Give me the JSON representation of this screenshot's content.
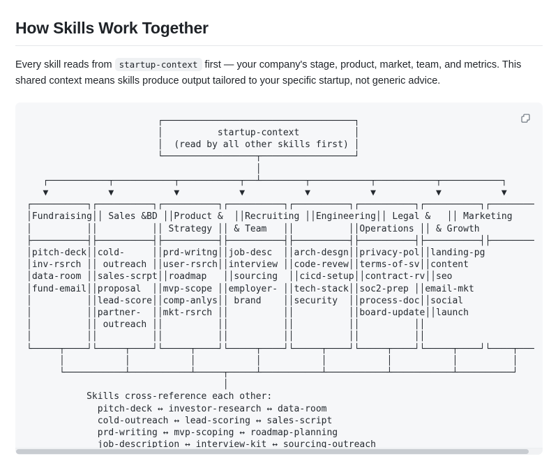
{
  "page": {
    "title": "How Skills Work Together"
  },
  "intro": {
    "before_code": "Every skill reads from ",
    "code": "startup-context",
    "after_code": " first — your company's stage, product, market, team, and metrics. This shared context means skills produce output tailored to your specific startup, not generic advice."
  },
  "codeblock": {
    "copy_label": "Copy",
    "copy_icon": "copy-icon",
    "scrollbar": "horizontal-scrollbar",
    "ascii": "                        ┌───────────────────────────────────┐\n                        │          startup-context          │\n                        │  (read by all other skills first) │\n                        └─────────────────┬─────────────────┘\n                                          │\n   ┌───────────┬───────────┬───────────┬──┴────────┬───────────┬───────────┬───────────┐\n   ▼           ▼           ▼           ▼           ▼           ▼           ▼           ▼\n┌──────────┐┌──────────┐┌──────────┐┌──────────┐┌──────────┐┌──────────┐┌──────────┐┌────────\n│Fundraising││ Sales &BD ││Product &  ││Recruiting ││Engineering││ Legal &   ││ Marketing\n│          ││          ││ Strategy ││ & Team   ││          ││Operations ││ & Growth\n├──────────┤├──────────┤├──────────┤├──────────┤├──────────┤├──────────┤├──────────┤├────────\n│pitch-deck││cold-     ││prd-writng││job-desc  ││arch-desgn││privacy-pol││landing-pg\n│inv-rsrch ││ outreach ││user-rsrch││interview ││code-revew││terms-of-sv││content\n│data-room ││sales-scrpt││roadmap   ││sourcing  ││cicd-setup││contract-rv││seo\n│fund-email││proposal  ││mvp-scope ││employer- ││tech-stack││soc2-prep ││email-mkt\n│          ││lead-score││comp-anlys││ brand    ││security  ││process-doc││social\n│          ││partner-  ││mkt-rsrch ││          ││          ││board-update││launch\n│          ││ outreach ││          ││          ││          ││          ││\n│          ││          ││          ││          ││          ││          ││\n└─────┬────┘└─────┬────┘└─────┬────┘└─────┬────┘└─────┬────┘└─────┬────┘└─────┬────┘└────┬───\n      │           │           │           │           │           │           │          │\n      └───────────┴───────────┴─────┬─────┴───────────┴───────────┴───────────┴──────────┘\n                                    │\n           Skills cross-reference each other:\n             pitch-deck ↔ investor-research ↔ data-room\n             cold-outreach ↔ lead-scoring ↔ sales-script\n             prd-writing ↔ mvp-scoping ↔ roadmap-planning\n             job-description ↔ interview-kit ↔ sourcing-outreach"
  },
  "diagram": {
    "root": {
      "name": "startup-context",
      "subtitle": "(read by all other skills first)"
    },
    "columns": [
      {
        "title": "Fundraising",
        "title_line2": "",
        "skills": [
          "pitch-deck",
          "inv-rsrch",
          "data-room",
          "fund-email"
        ]
      },
      {
        "title": "Sales &BD",
        "title_line2": "",
        "skills": [
          "cold-outreach",
          "sales-scrpt",
          "proposal",
          "lead-score",
          "partner-outreach"
        ]
      },
      {
        "title": "Product &",
        "title_line2": "Strategy",
        "skills": [
          "prd-writng",
          "user-rsrch",
          "roadmap",
          "mvp-scope",
          "comp-anlys",
          "mkt-rsrch"
        ]
      },
      {
        "title": "Recruiting",
        "title_line2": "& Team",
        "skills": [
          "job-desc",
          "interview",
          "sourcing",
          "employer-brand"
        ]
      },
      {
        "title": "Engineering",
        "title_line2": "",
        "skills": [
          "arch-desgn",
          "code-revew",
          "cicd-setup",
          "tech-stack",
          "security"
        ]
      },
      {
        "title": "Legal &",
        "title_line2": "Operations",
        "skills": [
          "privacy-pol",
          "terms-of-sv",
          "contract-rv",
          "soc2-prep",
          "process-doc",
          "board-update"
        ]
      },
      {
        "title": "Marketing",
        "title_line2": "& Growth",
        "skills": [
          "landing-pg",
          "content",
          "seo",
          "email-mkt",
          "social",
          "launch"
        ]
      }
    ],
    "footer": {
      "heading": "Skills cross-reference each other:",
      "chains": [
        "pitch-deck ↔ investor-research ↔ data-room",
        "cold-outreach ↔ lead-scoring ↔ sales-script",
        "prd-writing ↔ mvp-scoping ↔ roadmap-planning",
        "job-description ↔ interview-kit ↔ sourcing-outreach"
      ]
    }
  },
  "colors": {
    "code_background": "#f6f7f9",
    "inline_code_background": "#eff1f3",
    "text": "#1f2328",
    "rule": "#e4e7ea",
    "scrollbar_thumb": "#c8ccd1"
  }
}
